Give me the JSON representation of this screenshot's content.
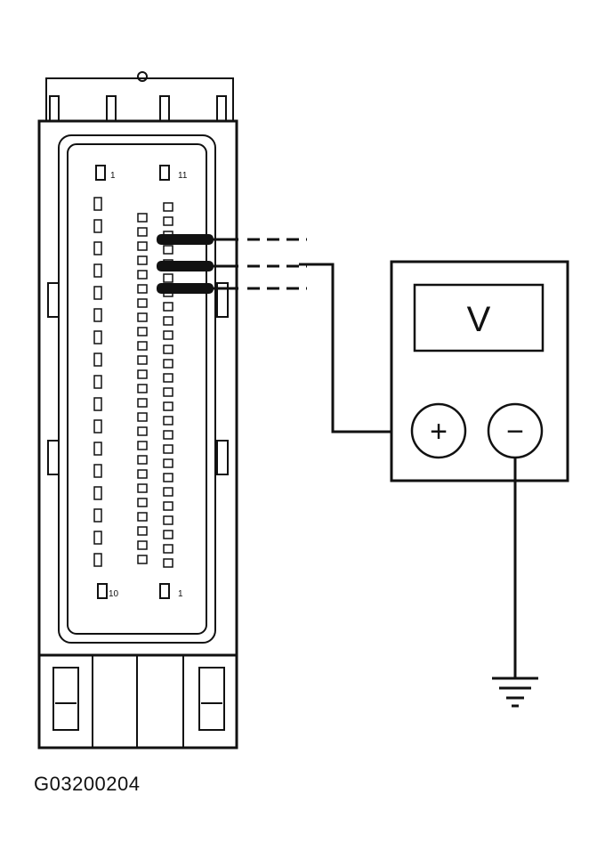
{
  "figure": {
    "code": "G03200204"
  },
  "meter": {
    "display_symbol": "V",
    "positive_symbol": "+",
    "negative_symbol": "−"
  },
  "connector": {
    "pin_labels": {
      "top_left": "1",
      "top_right": "11",
      "bottom_left": "10",
      "bottom_right": "1"
    }
  },
  "colors": {
    "line": "#111111",
    "background": "#ffffff"
  }
}
